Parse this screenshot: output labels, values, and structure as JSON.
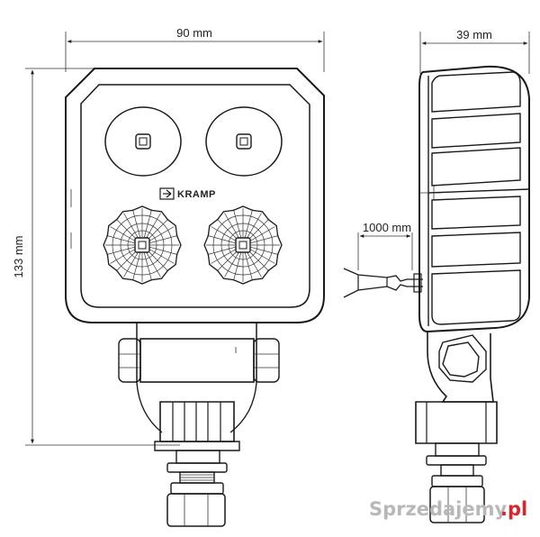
{
  "dimensions": {
    "width": "90 mm",
    "depth": "39 mm",
    "height": "133 mm",
    "cable": "1000 mm"
  },
  "branding": {
    "logo_text": "KRAMP"
  },
  "watermark": {
    "text_main": "Sprzedajemy",
    "text_suffix": ".pl",
    "color_main": "#b8b8b8",
    "color_suffix": "#d8262e"
  }
}
